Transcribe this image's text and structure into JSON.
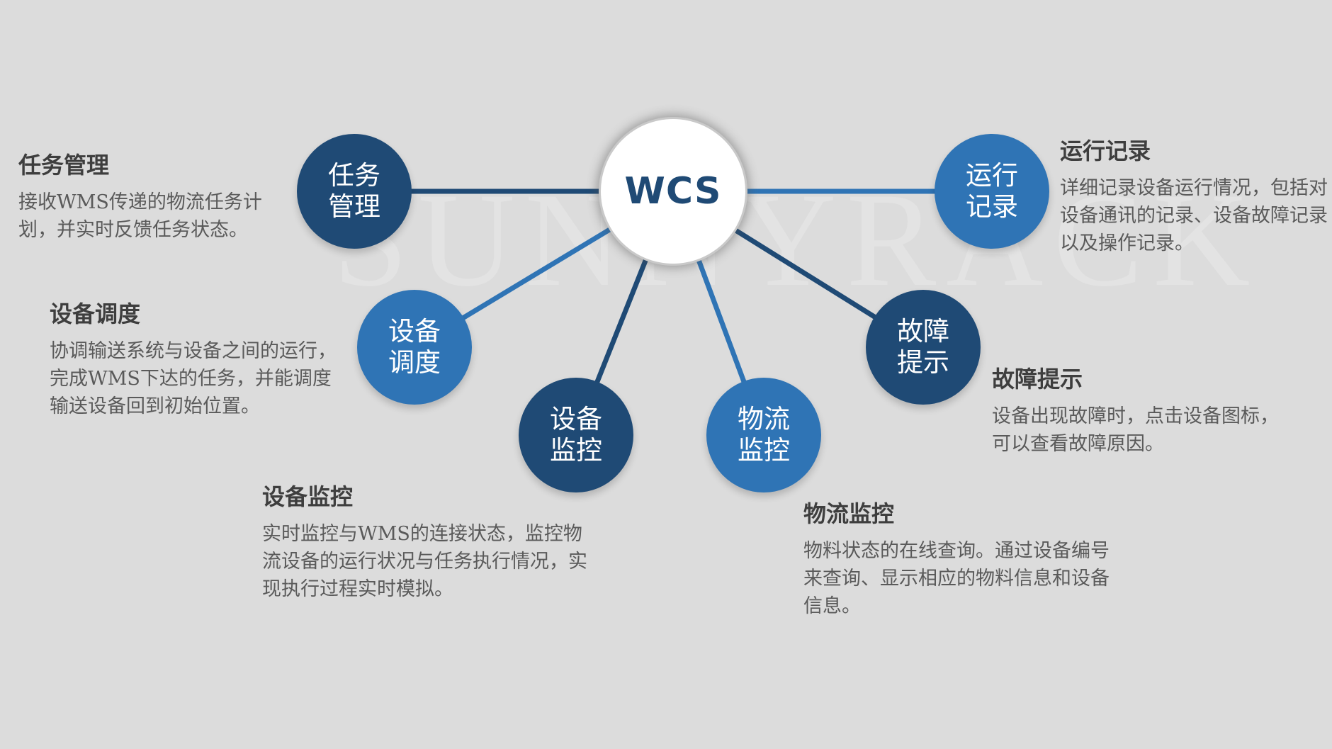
{
  "watermark": "SUNNYRACK",
  "hub": {
    "label": "WCS"
  },
  "colors": {
    "dark": "#1f4a75",
    "light": "#2f74b5",
    "background": "#dcdcdc"
  },
  "nodes": [
    {
      "id": "task-management",
      "label": "任务\n管理"
    },
    {
      "id": "equipment-scheduling",
      "label": "设备\n调度"
    },
    {
      "id": "equipment-monitoring",
      "label": "设备\n监控"
    },
    {
      "id": "logistics-monitoring",
      "label": "物流\n监控"
    },
    {
      "id": "fault-alert",
      "label": "故障\n提示"
    },
    {
      "id": "operation-log",
      "label": "运行\n记录"
    }
  ],
  "descriptions": {
    "task_management": {
      "title": "任务管理",
      "text": "接收WMS传递的物流任务计划，并实时反馈任务状态。"
    },
    "equipment_scheduling": {
      "title": "设备调度",
      "text": "协调输送系统与设备之间的运行，完成WMS下达的任务，并能调度输送设备回到初始位置。"
    },
    "equipment_monitoring": {
      "title": "设备监控",
      "text": "实时监控与WMS的连接状态，监控物流设备的运行状况与任务执行情况，实现执行过程实时模拟。"
    },
    "logistics_monitoring": {
      "title": "物流监控",
      "text": "物料状态的在线查询。通过设备编号来查询、显示相应的物料信息和设备信息。"
    },
    "fault_alert": {
      "title": "故障提示",
      "text": "设备出现故障时，点击设备图标，可以查看故障原因。"
    },
    "operation_log": {
      "title": "运行记录",
      "text": "详细记录设备运行情况，包括对设备通讯的记录、设备故障记录以及操作记录。"
    }
  }
}
